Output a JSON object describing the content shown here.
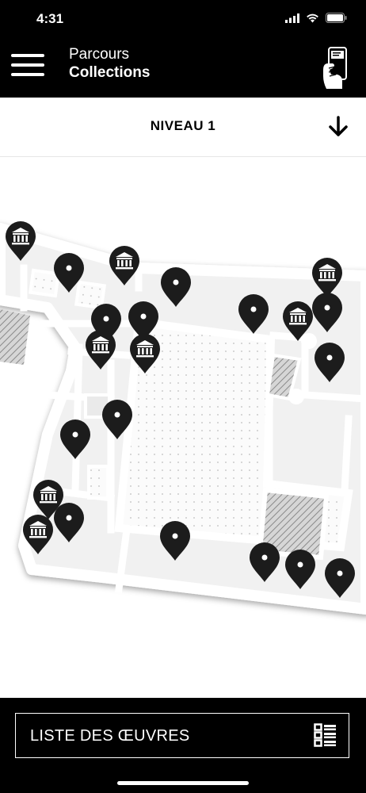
{
  "status": {
    "time": "4:31"
  },
  "header": {
    "supertitle": "Parcours",
    "title": "Collections"
  },
  "level": {
    "label": "NIVEAU 1"
  },
  "footer": {
    "list_label": "LISTE DES ŒUVRES"
  },
  "colors": {
    "bar": "#000000",
    "pin": "#1c1c1c",
    "wall": "#ffffff",
    "hatch": "#9a9a9a"
  }
}
